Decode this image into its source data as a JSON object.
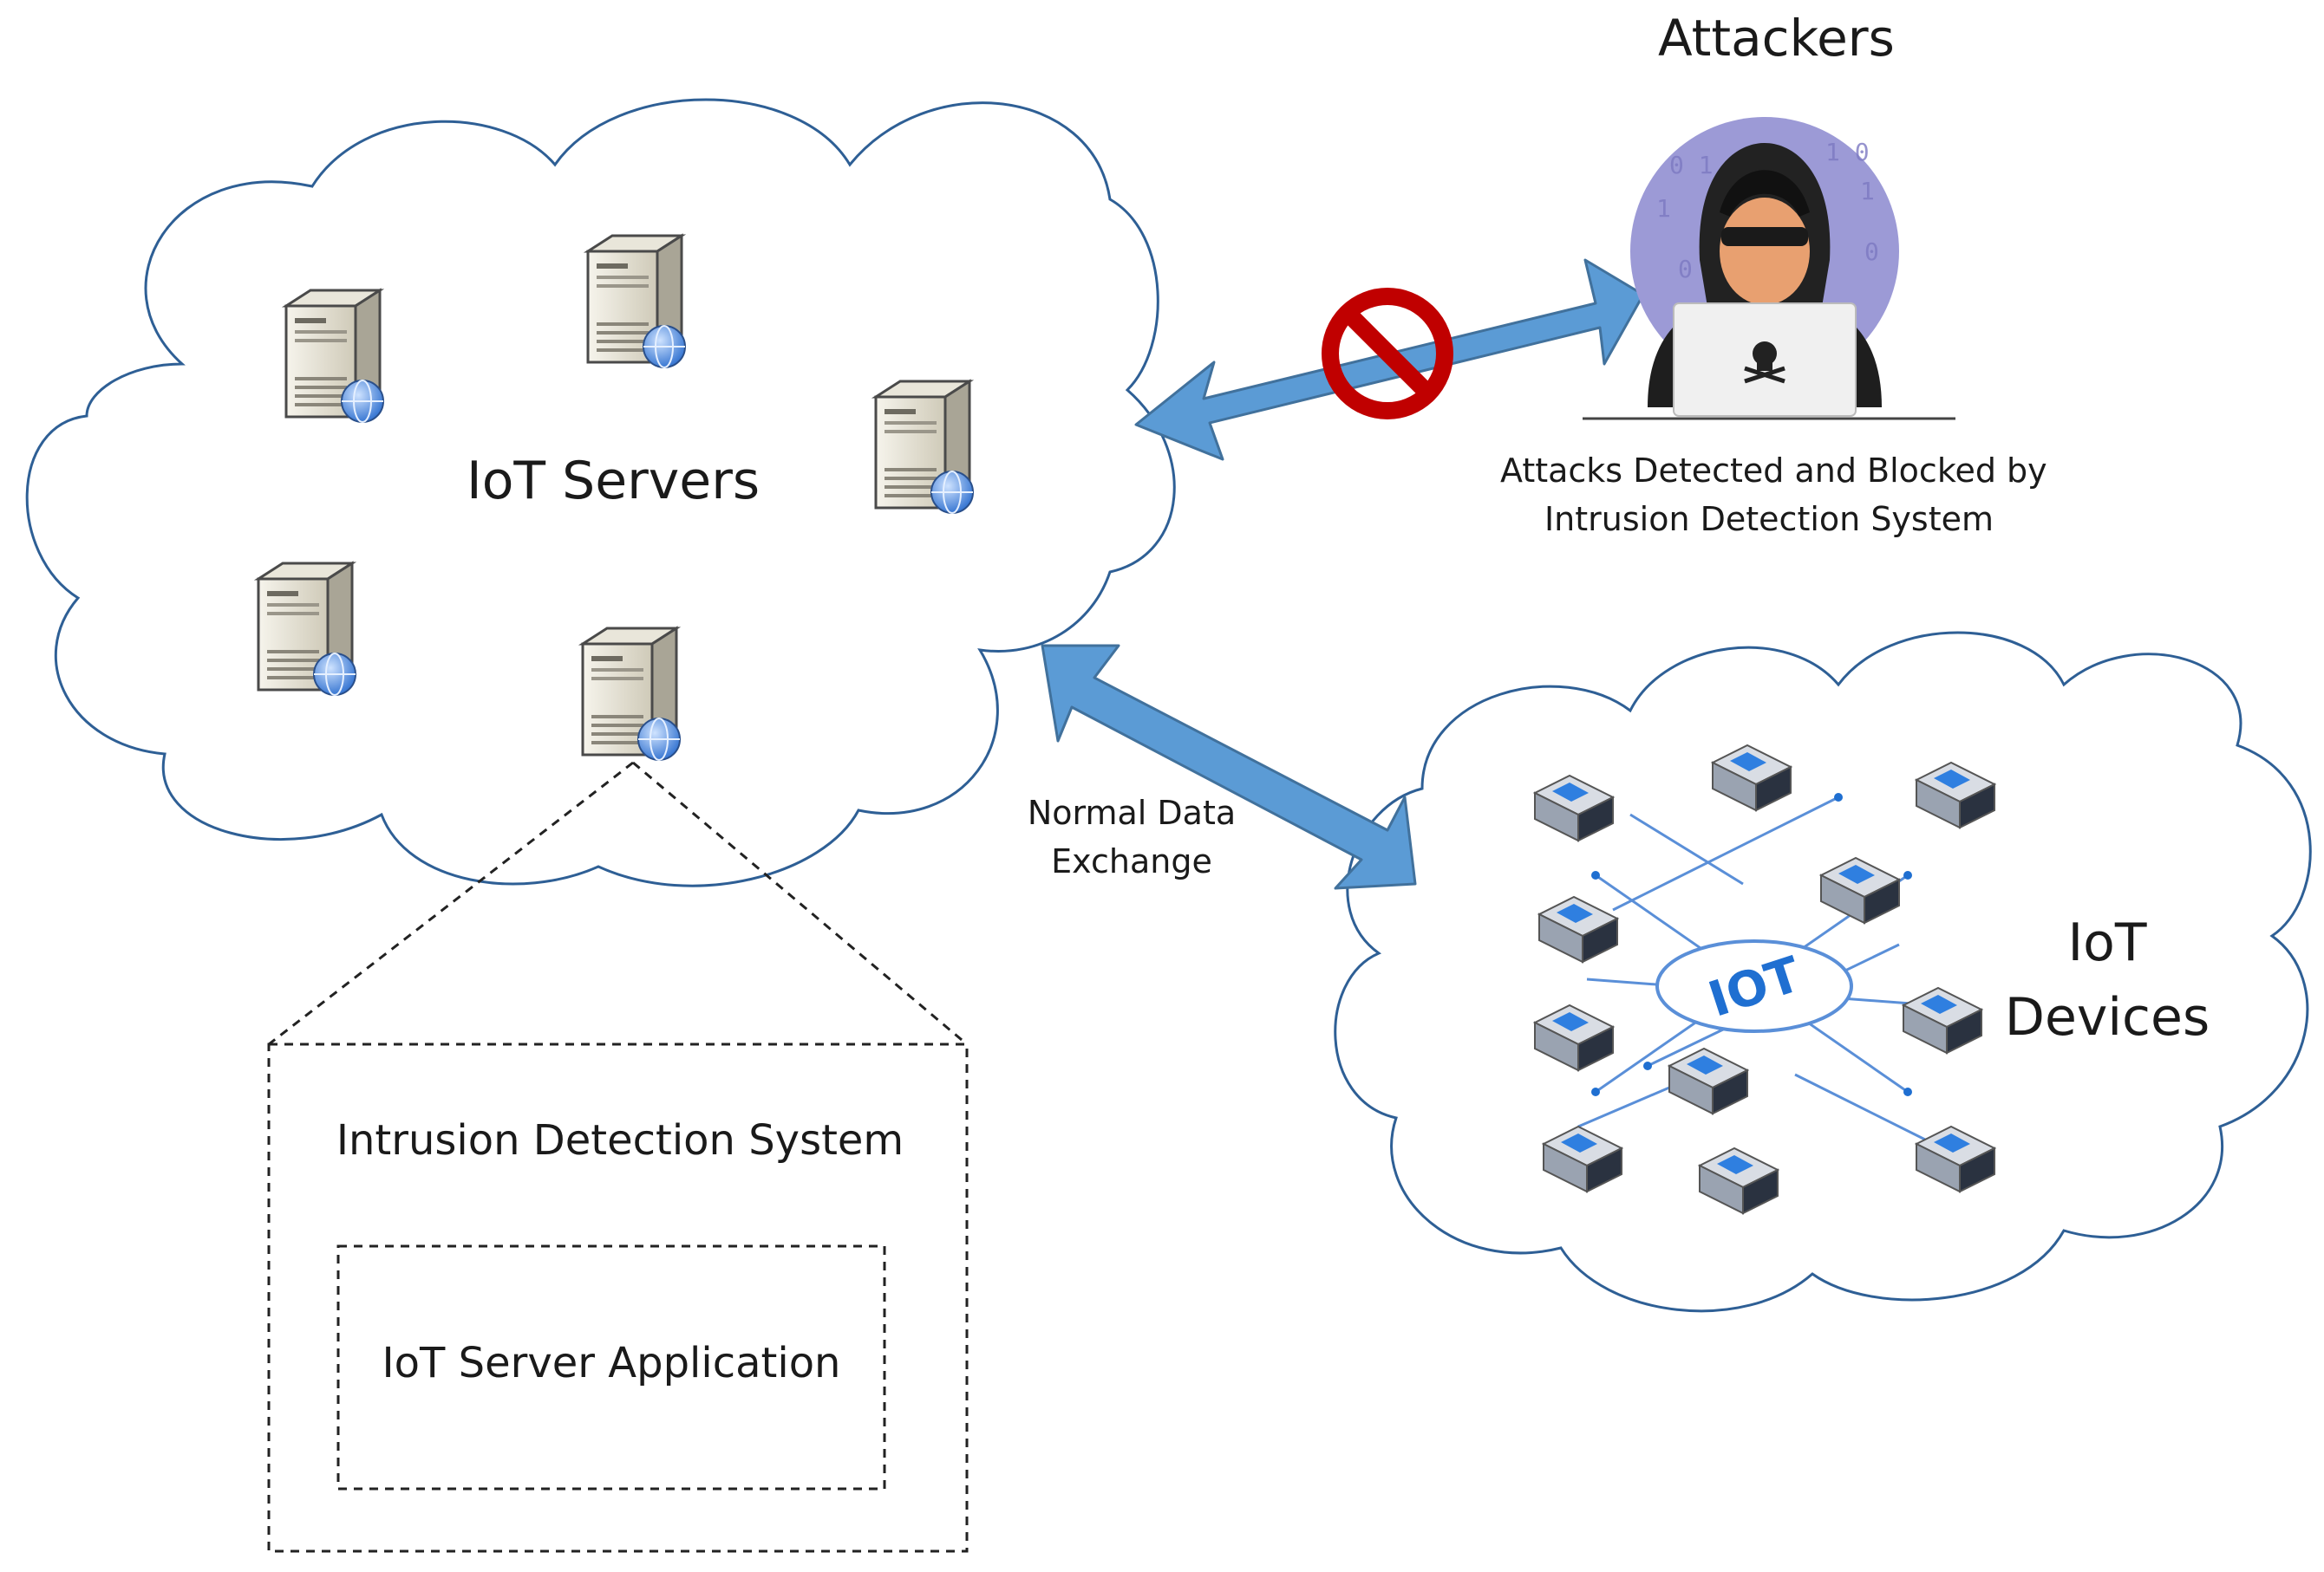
{
  "labels": {
    "iot_servers": "IoT Servers",
    "attackers": "Attackers",
    "iot_devices_line1": "IoT",
    "iot_devices_line2": "Devices",
    "blocked_line1": "Attacks Detected and Blocked by",
    "blocked_line2": "Intrusion  Detection System",
    "normal_line1": "Normal Data",
    "normal_line2": "Exchange",
    "ids": "Intrusion Detection System",
    "app": "IoT Server Application",
    "iot_hub": "IOT"
  },
  "colors": {
    "cloud_stroke": "#2e5f95",
    "arrow_fill": "#5b9bd5",
    "arrow_stroke": "#41719c",
    "block_sign": "#c00000",
    "hacker_bg": "#9c9ad6",
    "hub_blue": "#1f6fd1"
  },
  "icons": [
    "server-icon",
    "hacker-icon",
    "no-entry-icon",
    "iot-device-icon"
  ]
}
